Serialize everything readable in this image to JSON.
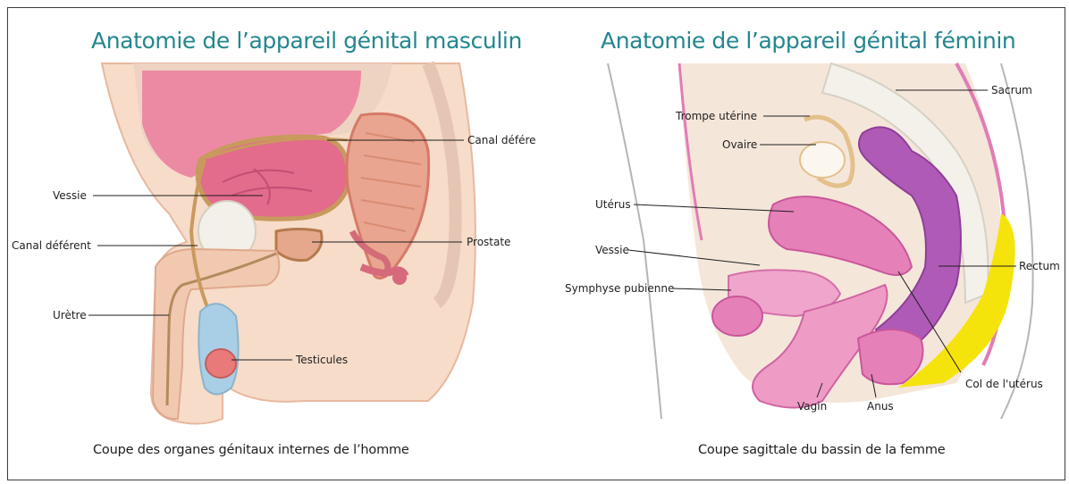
{
  "male": {
    "title": "Anatomie de l’appareil génital masculin",
    "caption": "Coupe des organes génitaux internes de l’homme",
    "labels": {
      "canal_deferent_right": "Canal déférent",
      "vessie": "Vessie",
      "canal_deferent_left": "Canal déférent",
      "prostate": "Prostate",
      "uretre": "Urètre",
      "testicules": "Testicules"
    }
  },
  "female": {
    "title": "Anatomie de l’appareil génital féminin",
    "caption": "Coupe sagittale du bassin de la femme",
    "labels": {
      "sacrum": "Sacrum",
      "trompe": "Trompe utérine",
      "ovaire": "Ovaire",
      "uterus": "Utérus",
      "vessie": "Vessie",
      "symphyse": "Symphyse pubienne",
      "rectum": "Rectum",
      "col": "Col de l'utérus",
      "vagin": "Vagin",
      "anus": "Anus"
    }
  },
  "colors": {
    "title": "#24868f",
    "skin": "#f7dcc8",
    "bladder": "#e26b8a",
    "rectum_purple": "#b05ab8",
    "uterus_pink": "#e680b9",
    "sacrum_yellow": "#f5e30c"
  }
}
